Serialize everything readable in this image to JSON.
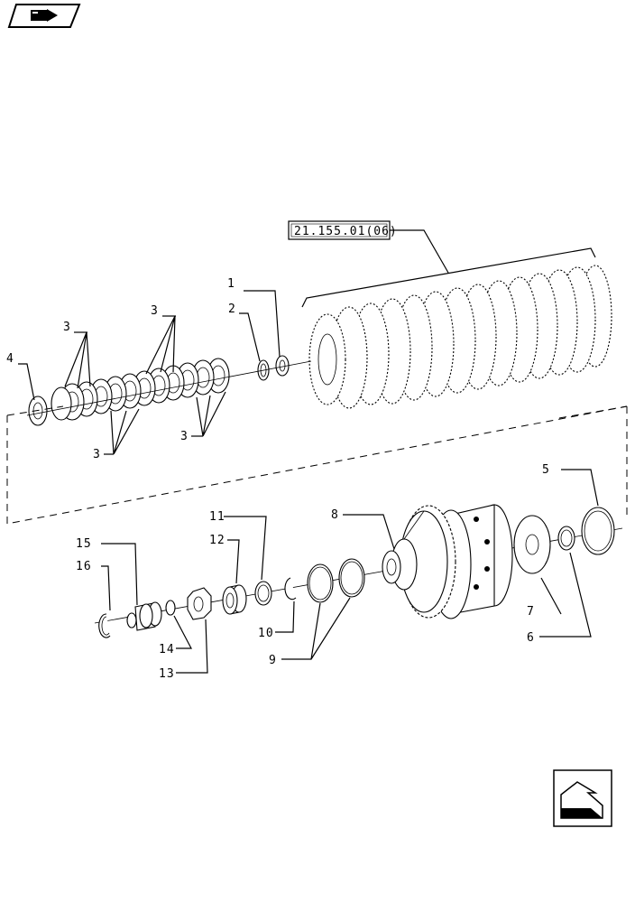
{
  "reference_box": "21.155.01(06)",
  "nav": {
    "prev_icon": "book-arrow-icon",
    "next_icon": "next-page-arrow-icon"
  },
  "callouts": {
    "c1": "1",
    "c2": "2",
    "c3a": "3",
    "c3b": "3",
    "c3c": "3",
    "c3d": "3",
    "c4": "4",
    "c5": "5",
    "c6": "6",
    "c7": "7",
    "c8": "8",
    "c9": "9",
    "c10": "10",
    "c11": "11",
    "c12": "12",
    "c13": "13",
    "c14": "14",
    "c15": "15",
    "c16": "16"
  }
}
